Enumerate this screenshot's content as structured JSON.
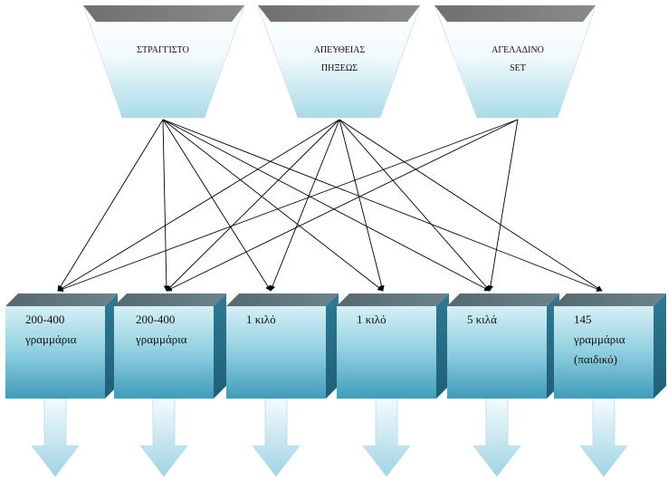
{
  "sources": [
    {
      "id": "s1",
      "lines": [
        "ΣΤΡΑΓΓΙΣΤΟ"
      ]
    },
    {
      "id": "s2",
      "lines": [
        "ΑΠΕΥΘΕΙΑΣ",
        "ΠΗΞΕΩΣ"
      ]
    },
    {
      "id": "s3",
      "lines": [
        "ΑΓΕΛΑΔΙΝΟ",
        "SET"
      ]
    }
  ],
  "targets": [
    {
      "id": "t1",
      "lines": [
        "200-400",
        "γραμμάρια"
      ]
    },
    {
      "id": "t2",
      "lines": [
        "200-400",
        "γραμμάρια"
      ]
    },
    {
      "id": "t3",
      "lines": [
        "1 κιλό"
      ]
    },
    {
      "id": "t4",
      "lines": [
        "1 κιλό"
      ]
    },
    {
      "id": "t5",
      "lines": [
        "5 κιλά"
      ]
    },
    {
      "id": "t6",
      "lines": [
        "145",
        "γραμμάρια",
        "(παιδικό)"
      ]
    }
  ],
  "connections": [
    {
      "from": "s1",
      "to": "t1"
    },
    {
      "from": "s1",
      "to": "t2"
    },
    {
      "from": "s1",
      "to": "t3"
    },
    {
      "from": "s1",
      "to": "t4"
    },
    {
      "from": "s1",
      "to": "t5"
    },
    {
      "from": "s2",
      "to": "t1"
    },
    {
      "from": "s2",
      "to": "t2"
    },
    {
      "from": "s2",
      "to": "t3"
    },
    {
      "from": "s2",
      "to": "t4"
    },
    {
      "from": "s2",
      "to": "t5"
    },
    {
      "from": "s2",
      "to": "t6"
    },
    {
      "from": "s3",
      "to": "t2"
    },
    {
      "from": "s3",
      "to": "t1"
    },
    {
      "from": "s3",
      "to": "t5"
    },
    {
      "from": "s1",
      "to": "t6"
    }
  ]
}
